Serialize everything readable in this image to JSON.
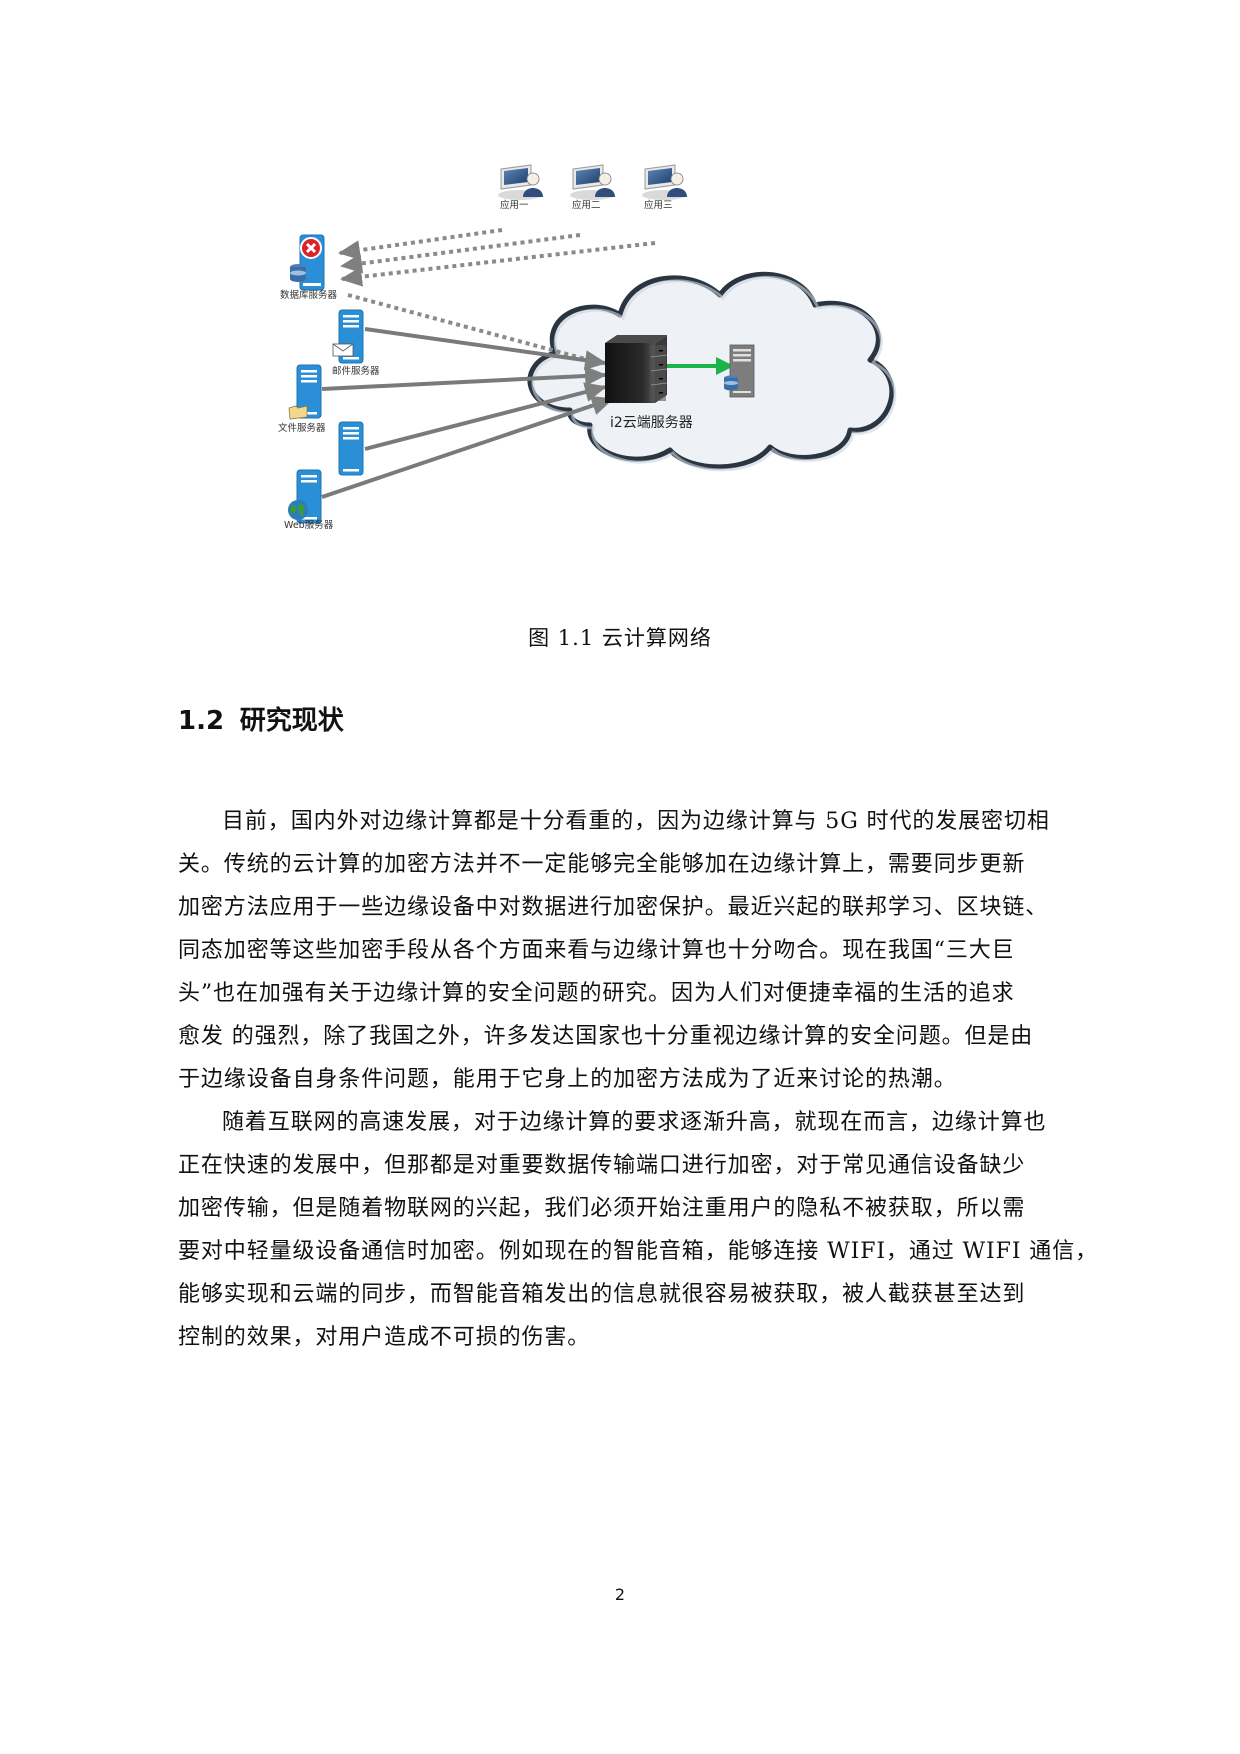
{
  "figure": {
    "nodes": {
      "app1": "应用一",
      "app2": "应用二",
      "app3": "应用三",
      "db_server": "数据库服务器",
      "mail_server": "邮件服务器",
      "file_server": "文件服务器",
      "web_server": "Web服务器",
      "cloud_server": "i2云端服务器"
    },
    "icons": [
      "user-computer-icon",
      "server-icon",
      "error-badge-icon",
      "database-icon",
      "mail-icon",
      "folder-icon",
      "globe-icon",
      "cloud-icon",
      "rack-server-icon",
      "storage-server-icon"
    ],
    "colors": {
      "server_blue": "#2a8fd6",
      "arrow_gray": "#7a7a7a",
      "green_arrow": "#1db24a",
      "cloud_fill": "#eef1f5",
      "cloud_stroke": "#2b3540"
    },
    "caption": "图 1.1  云计算网络"
  },
  "section": {
    "number": "1.2",
    "title": "研究现状"
  },
  "paragraphs": [
    {
      "lines": [
        "目前，国内外对边缘计算都是十分看重的，因为边缘计算与 5G 时代的发展密切相",
        "关。传统的云计算的加密方法并不一定能够完全能够加在边缘计算上，需要同步更新",
        "加密方法应用于一些边缘设备中对数据进行加密保护。最近兴起的联邦学习、区块链、",
        "同态加密等这些加密手段从各个方面来看与边缘计算也十分吻合。现在我国“三大巨",
        "头”也在加强有关于边缘计算的安全问题的研究。因为人们对便捷幸福的生活的追求",
        "愈发 的强烈，除了我国之外，许多发达国家也十分重视边缘计算的安全问题。但是由",
        "于边缘设备自身条件问题，能用于它身上的加密方法成为了近来讨论的热潮。"
      ]
    },
    {
      "lines": [
        "随着互联网的高速发展，对于边缘计算的要求逐渐升高，就现在而言，边缘计算也",
        "正在快速的发展中，但那都是对重要数据传输端口进行加密，对于常见通信设备缺少",
        "加密传输，但是随着物联网的兴起，我们必须开始注重用户的隐私不被获取，所以需",
        "要对中轻量级设备通信时加密。例如现在的智能音箱，能够连接 WIFI，通过 WIFI 通信，",
        "能够实现和云端的同步，而智能音箱发出的信息就很容易被获取，被人截获甚至达到",
        "控制的效果，对用户造成不可损的伤害。"
      ]
    }
  ],
  "footer": {
    "page_number": "2"
  }
}
